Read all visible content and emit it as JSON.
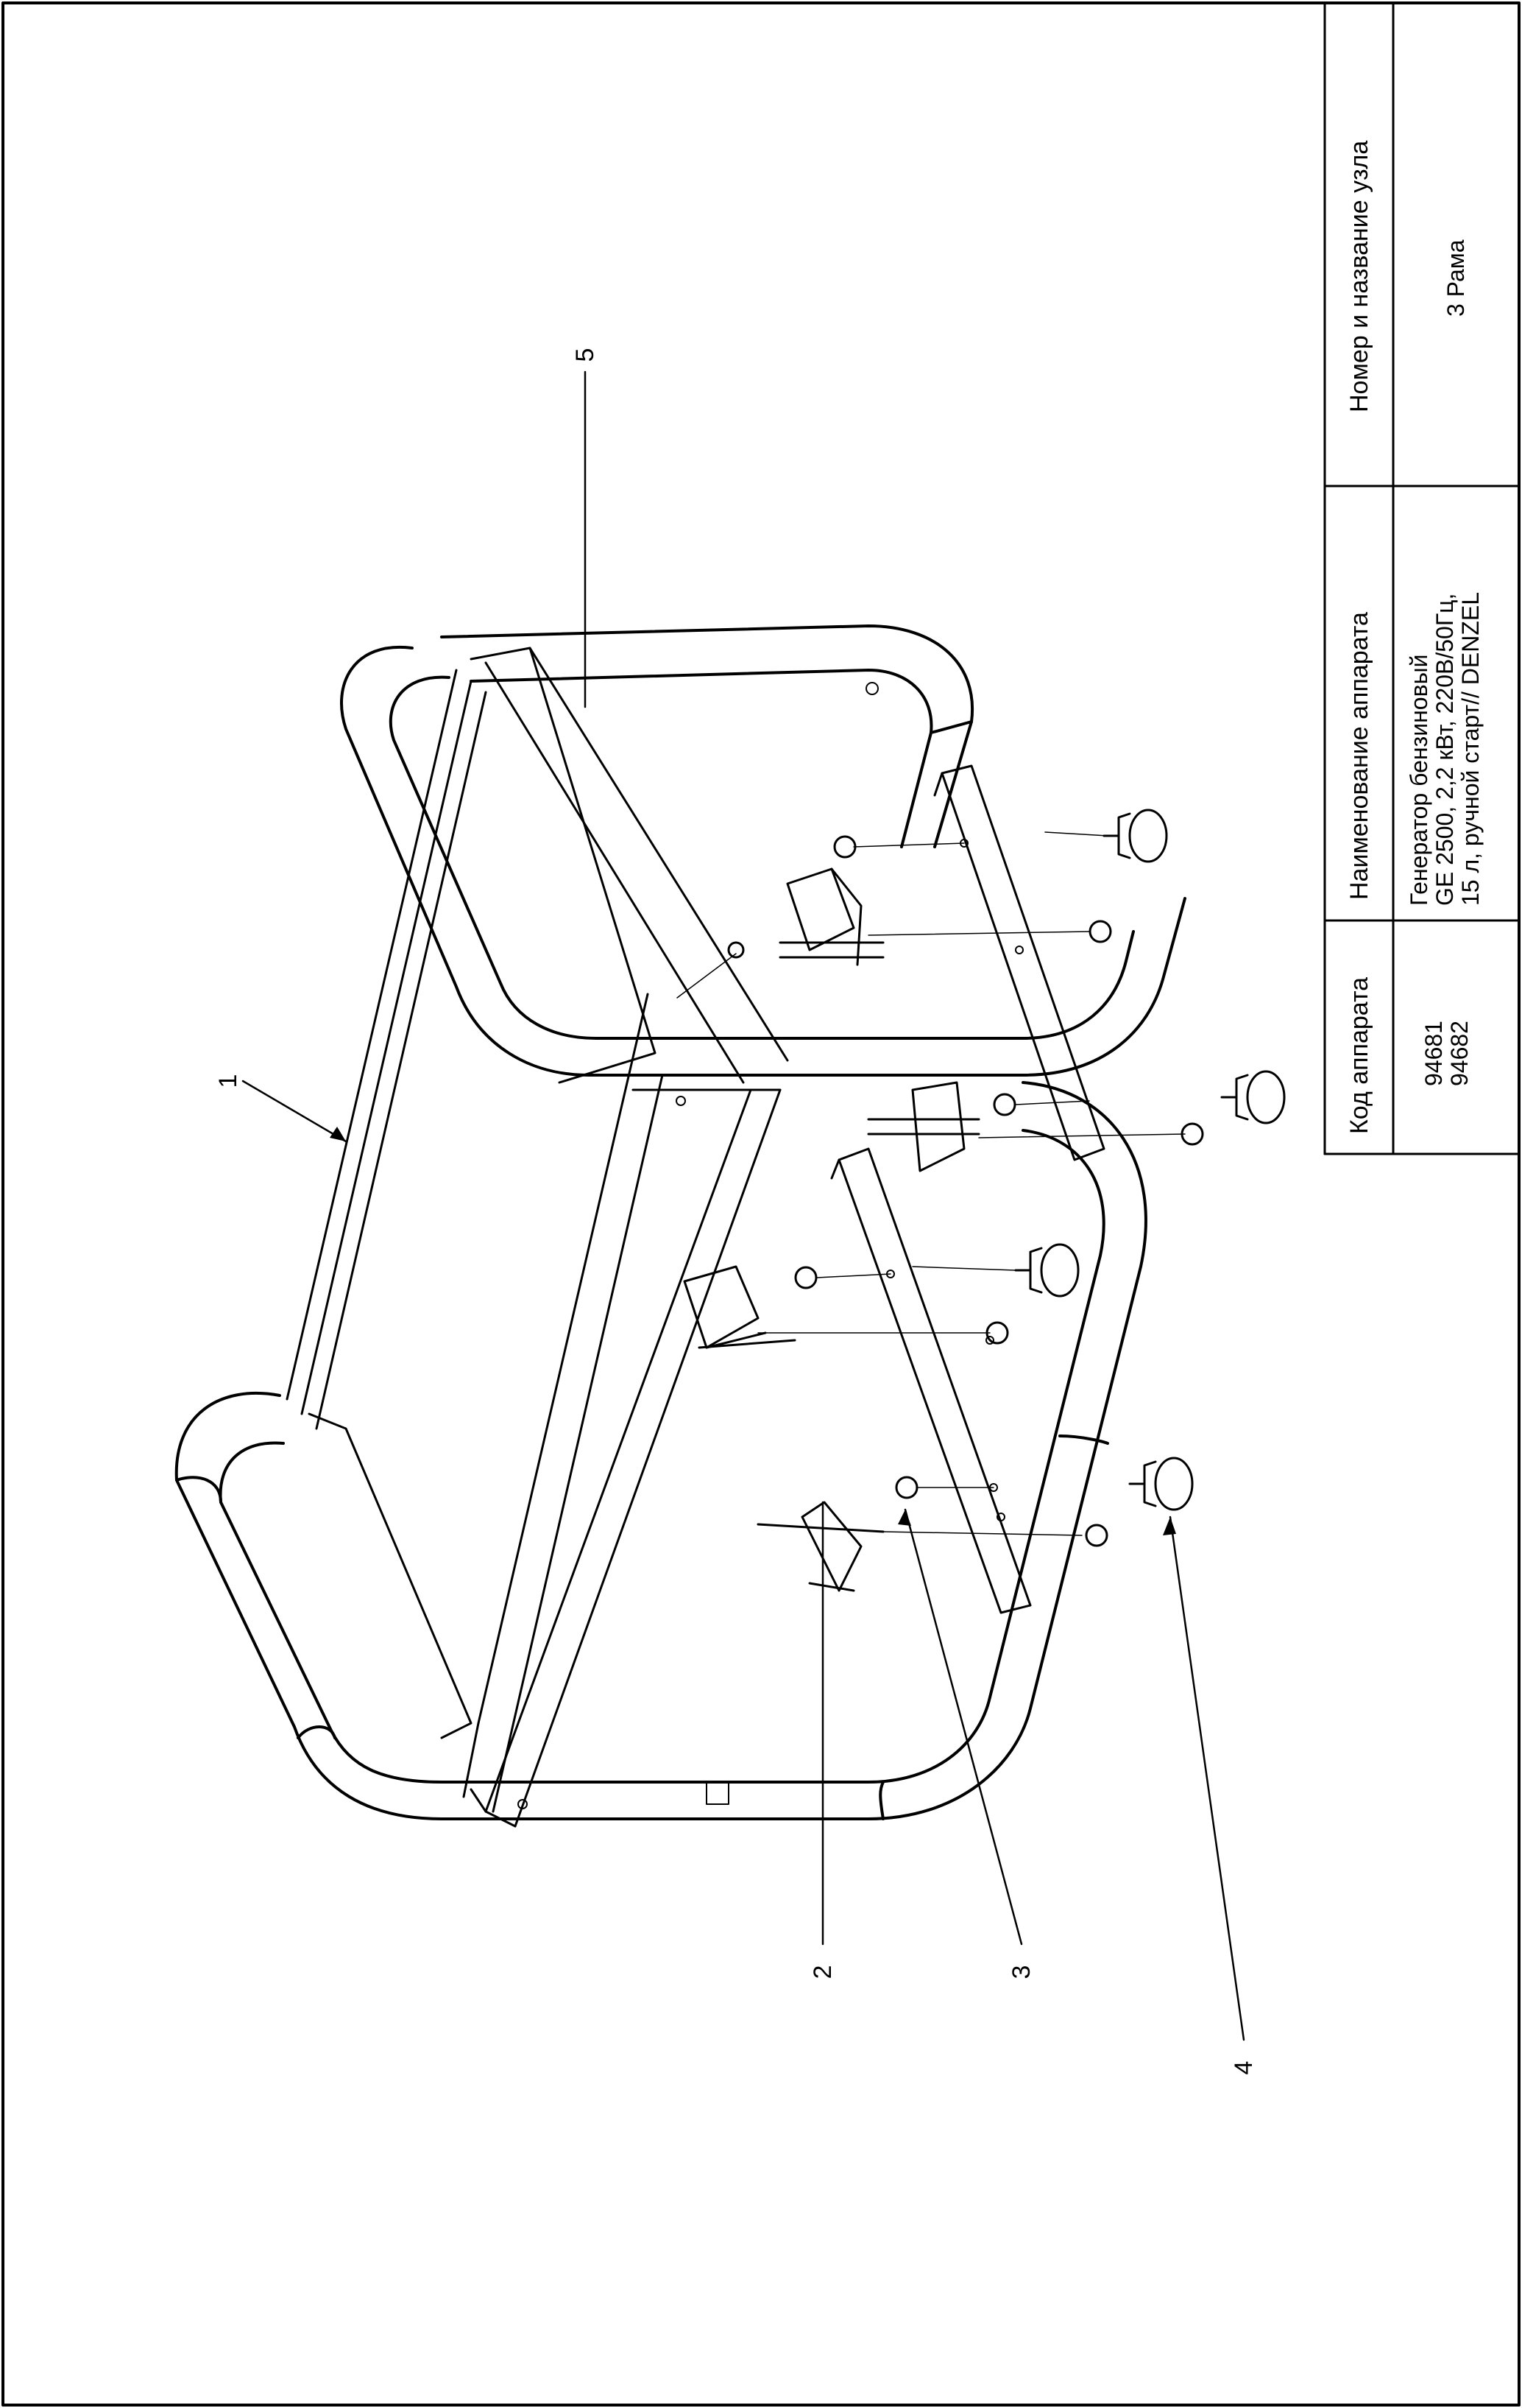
{
  "title_block": {
    "headers": {
      "code": "Код аппарата",
      "name": "Наименование аппарата",
      "unit": "Номер и название узла"
    },
    "codes": [
      "94681",
      "94682"
    ],
    "apparatus_name_lines": [
      "Генератор бензиновый",
      "GE 2500, 2,2 кВт, 220В/50Гц,",
      "15 л, ручной старт// DENZEL"
    ],
    "unit_name": "3 Рама"
  },
  "callouts": [
    "1",
    "2",
    "3",
    "4",
    "5"
  ]
}
